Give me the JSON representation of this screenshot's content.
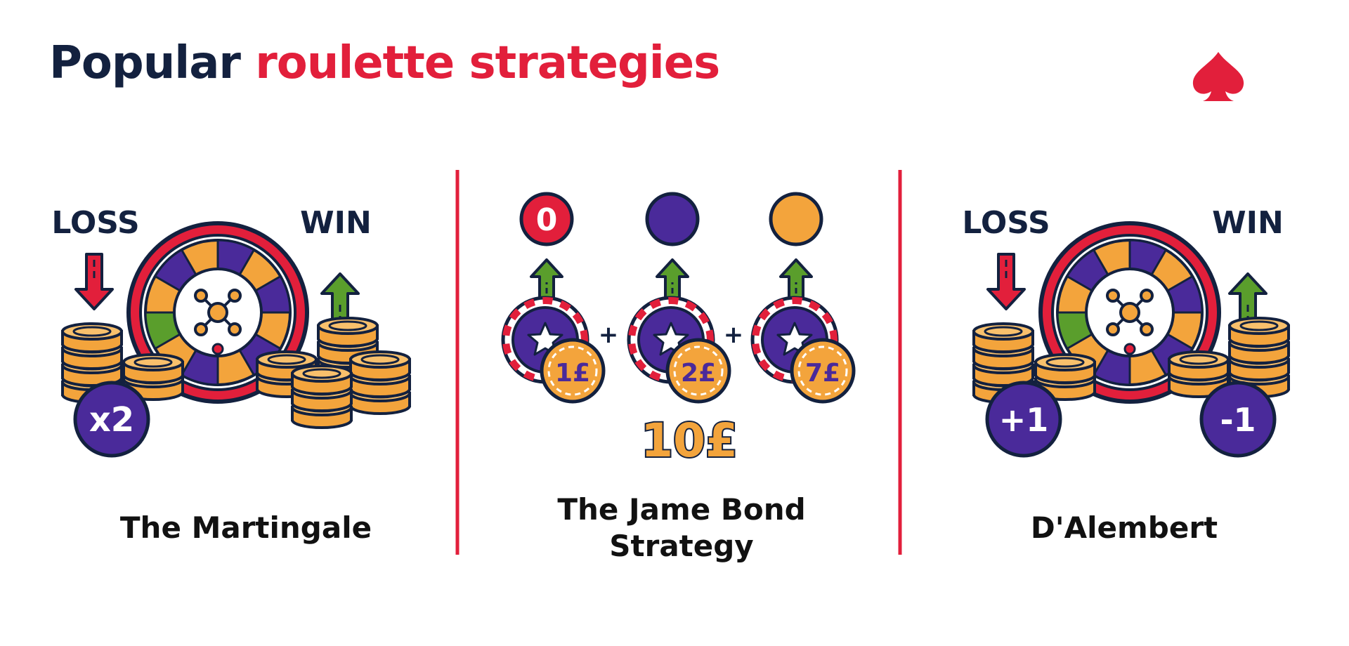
{
  "header": {
    "title_part1": "Popular",
    "title_part2": "roulette strategies"
  },
  "colors": {
    "navy": "#13213f",
    "red": "#e21f3b",
    "purple": "#4a2a9a",
    "orange": "#f3a43c",
    "green": "#5a9e2c"
  },
  "logo": {
    "icon": "spade-icon"
  },
  "panels": [
    {
      "name": "The Martingale",
      "loss_label": "LOSS",
      "win_label": "WIN",
      "badge": "x2"
    },
    {
      "name_line1": "The Jame Bond",
      "name_line2": "Strategy",
      "zero_label": "0",
      "chips": [
        {
          "amount": "1£",
          "target": "zero"
        },
        {
          "amount": "2£",
          "target": "purple"
        },
        {
          "amount": "7£",
          "target": "orange"
        }
      ],
      "plus": "+",
      "total": "10£"
    },
    {
      "name": "D'Alembert",
      "loss_label": "LOSS",
      "win_label": "WIN",
      "badge_loss": "+1",
      "badge_win": "-1"
    }
  ]
}
